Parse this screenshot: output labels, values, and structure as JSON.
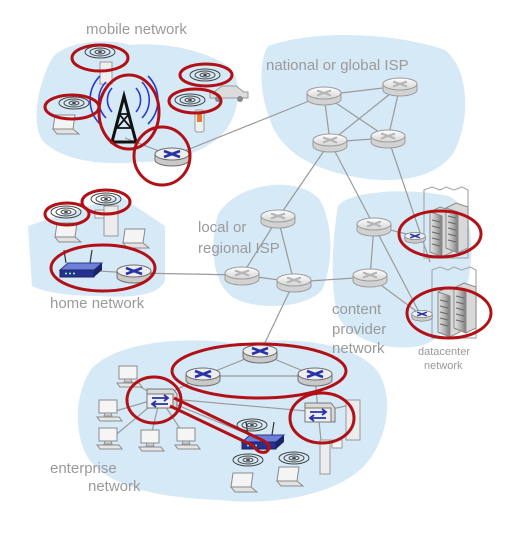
{
  "labels": {
    "mobile": "mobile network",
    "national": "national or global ISP",
    "local_1": "local or",
    "local_2": "regional ISP",
    "home": "home network",
    "content_1": "content",
    "content_2": "provider",
    "content_3": "network",
    "datacenter_1": "datacenter",
    "datacenter_2": "network",
    "enterprise_1": "enterprise",
    "enterprise_2": "network"
  },
  "colors": {
    "region_fill": "#d6e9f6",
    "highlight": "#b11116",
    "router_blue": "#2633a6",
    "link": "#9a9a9a",
    "label": "#9a9a9a"
  },
  "icons": [
    "router-icon",
    "switch-icon",
    "cell-tower-icon",
    "wifi-router-icon",
    "laptop-icon",
    "desktop-icon",
    "server-rack-icon",
    "phone-icon",
    "car-icon",
    "wireless-signal-icon"
  ]
}
